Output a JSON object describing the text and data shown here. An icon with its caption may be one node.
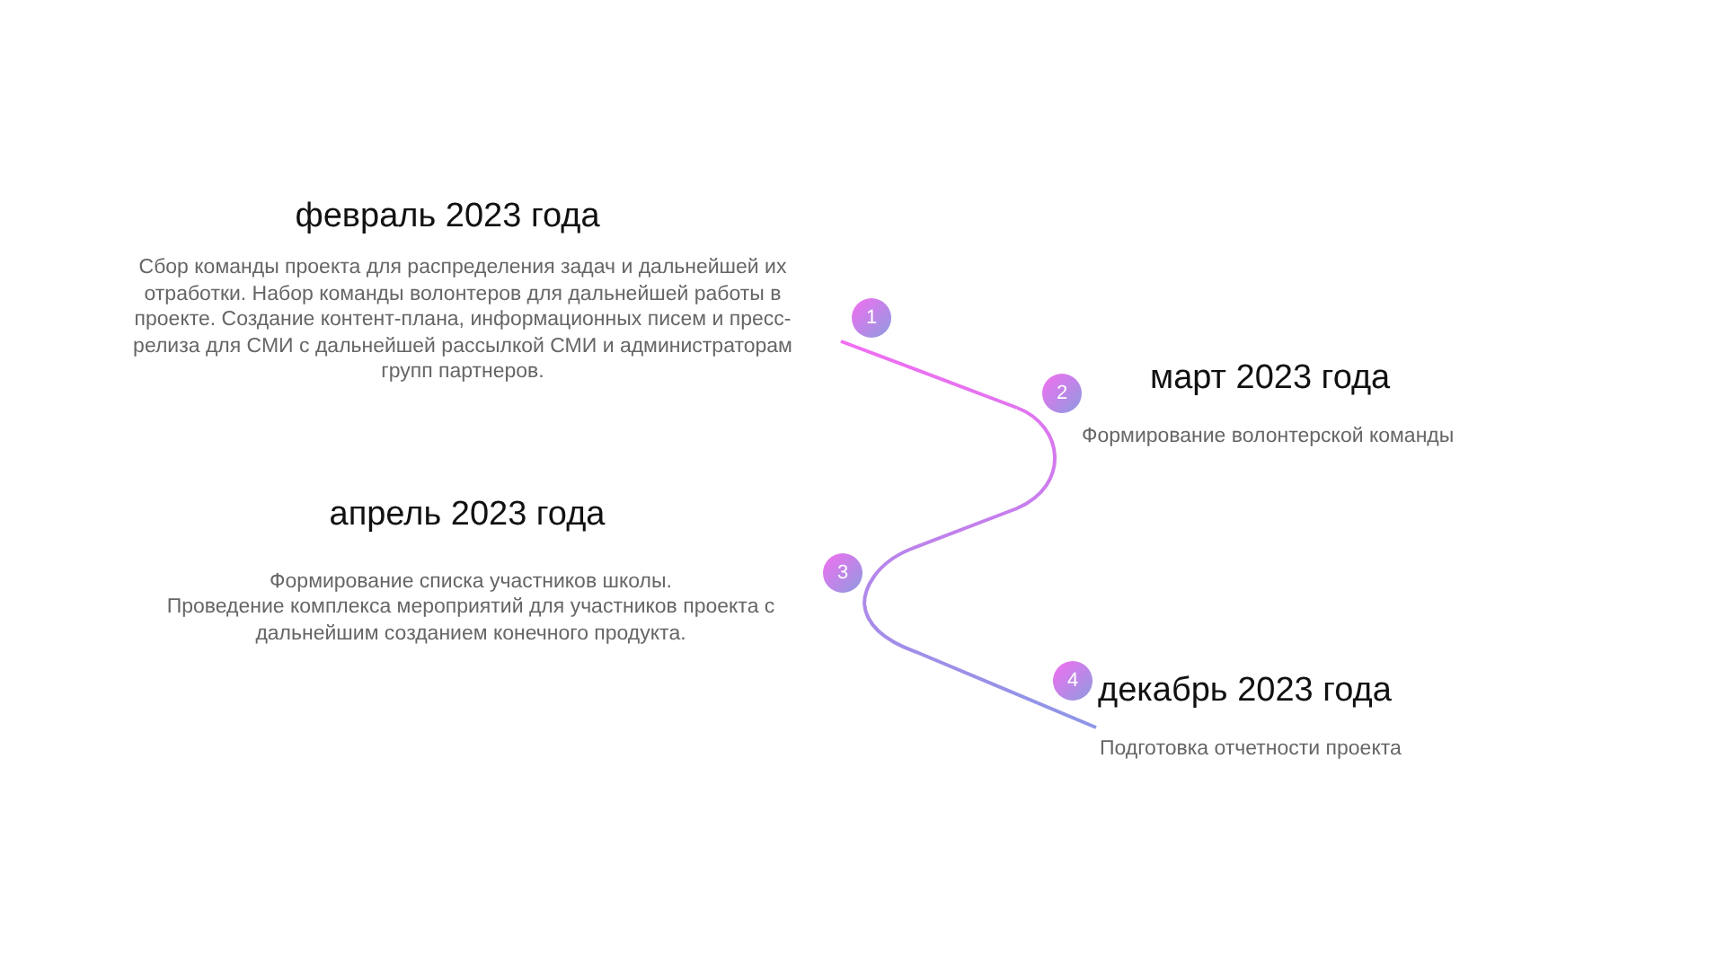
{
  "diagram": {
    "nodes": [
      {
        "text": [
          "1"
        ],
        "beside": [
          "февраль 2023 года",
          "Сбор команды проекта для распределения задач и дальнейшей их отработки. Набор команды волонтеров для дальнейшей работы в проекте. Создание контент-плана, информационных писем и пресс-релиза для СМИ с дальнейшей рассылкой СМИ и администраторам групп партнеров."
        ]
      },
      {
        "text": [
          "2"
        ],
        "beside": [
          "март 2023 года",
          "Формирование волонтерской команды"
        ]
      },
      {
        "text": [
          "3"
        ],
        "beside": [
          "апрель 2023 года",
          "Формирование списка участников школы.",
          "Проведение комплекса мероприятий для участников проекта с дальнейшим созданием конечного продукта."
        ]
      },
      {
        "text": [
          "4"
        ],
        "beside": [
          "декабрь 2023 года",
          "Подготовка отчетности проекта"
        ]
      }
    ],
    "edges": [
      {
        "from": 0,
        "to": 1,
        "arrow": "none"
      },
      {
        "from": 1,
        "to": 2,
        "arrow": "none"
      },
      {
        "from": 2,
        "to": 3,
        "arrow": "none"
      }
    ]
  }
}
